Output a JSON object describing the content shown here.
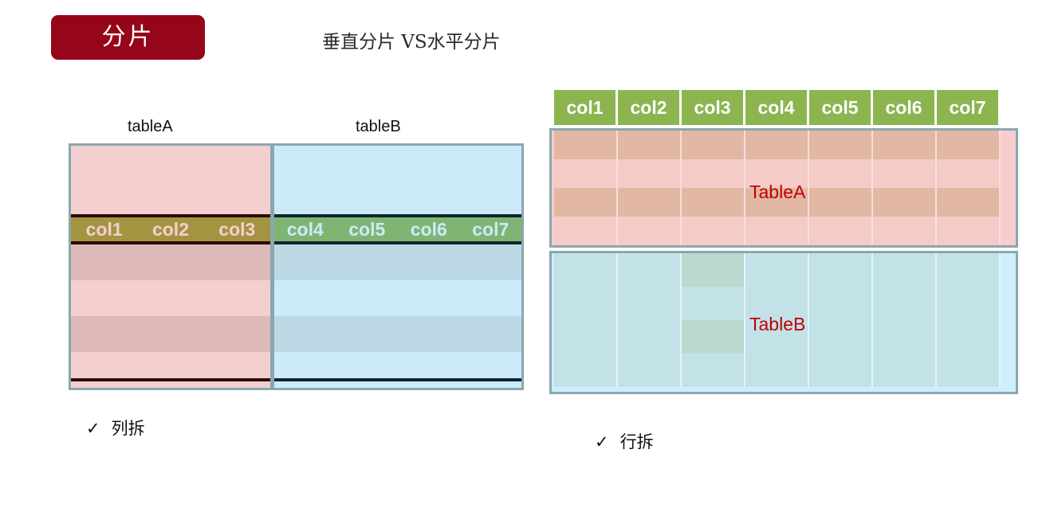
{
  "header": {
    "badge_label": "分片",
    "title": "垂直分片 VS水平分片",
    "badge_color": "#96051a"
  },
  "vertical_sharding": {
    "table_a": {
      "caption": "tableA",
      "columns": [
        "col1",
        "col2",
        "col3"
      ],
      "band_color": "#a39442",
      "fill_color": "#f3cfd0",
      "rows": [
        "",
        "",
        "",
        ""
      ]
    },
    "table_b": {
      "caption": "tableB",
      "columns": [
        "col4",
        "col5",
        "col6",
        "col7"
      ],
      "band_color": "#7fb573",
      "fill_color": "#cdeafb",
      "rows": [
        "",
        "",
        "",
        ""
      ]
    },
    "note": {
      "icon": "check-icon",
      "mark": "✓",
      "label": "列拆"
    }
  },
  "horizontal_sharding": {
    "column_headers": [
      "col1",
      "col2",
      "col3",
      "col4",
      "col5",
      "col6",
      "col7"
    ],
    "header_color": "#8cb550",
    "table_a": {
      "label": "TableA",
      "label_color": "#c00000",
      "fill_color": "#f9cdcd",
      "row_count": 4,
      "column_count": 7
    },
    "table_b": {
      "label": "TableB",
      "label_color": "#c00000",
      "fill_color": "#cfeefc",
      "row_count": 4,
      "column_count": 7,
      "highlight_column": 3,
      "highlight_rows": [
        1,
        3
      ],
      "highlight_color": "#bcd9ce"
    },
    "note": {
      "icon": "check-icon",
      "mark": "✓",
      "label": "行拆"
    }
  }
}
